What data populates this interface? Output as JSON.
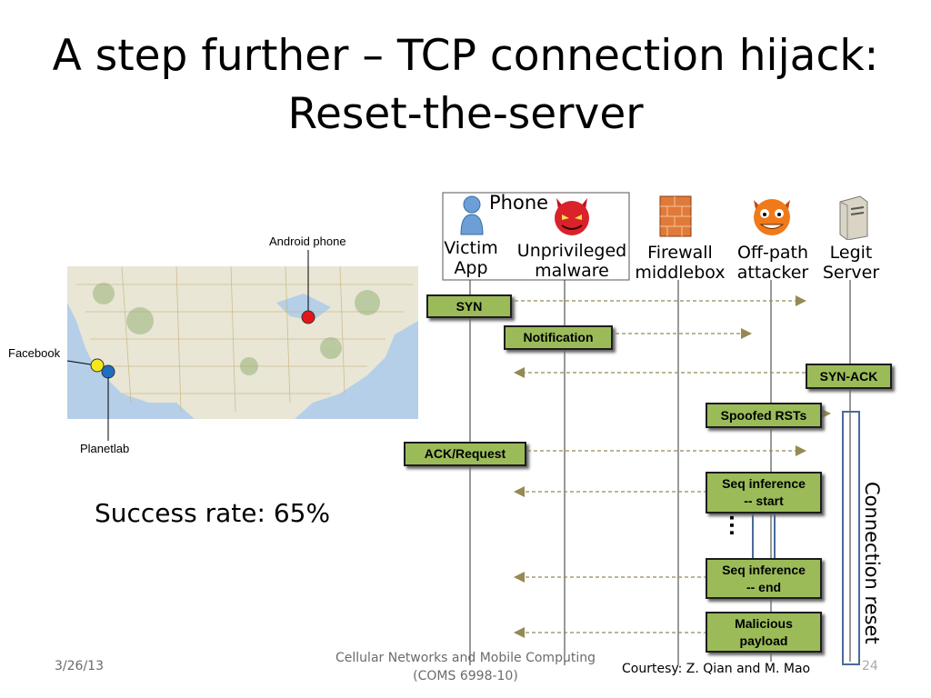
{
  "title": {
    "line1": "A step further – TCP connection hijack:",
    "line2": "Reset-the-server"
  },
  "success_rate": "Success rate: 65%",
  "map": {
    "labels": {
      "android": "Android phone",
      "facebook": "Facebook",
      "planetlab": "Planetlab"
    },
    "colors": {
      "android": "#e8141c",
      "facebook": "#f4e81c",
      "planetlab": "#1f6fbf"
    }
  },
  "phone_group_label": "Phone",
  "actors": {
    "victim": {
      "line1": "Victim",
      "line2": "App",
      "icon": "user-icon"
    },
    "malware": {
      "line1": "Unprivileged",
      "line2": "malware",
      "icon": "devil-icon"
    },
    "firewall": {
      "line1": "Firewall",
      "line2": "middlebox",
      "icon": "firewall-icon"
    },
    "attacker": {
      "line1": "Off-path",
      "line2": "attacker",
      "icon": "angry-face-icon"
    },
    "server": {
      "line1": "Legit",
      "line2": "Server",
      "icon": "server-icon"
    }
  },
  "messages": {
    "syn": "SYN",
    "notification": "Notification",
    "synack": "SYN-ACK",
    "spoofed": "Spoofed RSTs",
    "ack": "ACK/Request",
    "seq_start_1": "Seq inference",
    "seq_start_2": "-- start",
    "seq_end_1": "Seq inference",
    "seq_end_2": "-- end",
    "payload_1": "Malicious",
    "payload_2": "payload"
  },
  "ellipsis": "…",
  "connection_reset": "Connection reset",
  "colors": {
    "box_fill": "#9bbb59",
    "arrow": "#948a54",
    "reset_bar": "#4a6a9c"
  },
  "footer": {
    "date": "3/26/13",
    "course_line1": "Cellular Networks and Mobile Computing",
    "course_line2": "(COMS 6998-10)",
    "courtesy": "Courtesy: Z. Qian and M. Mao",
    "page": "24"
  }
}
